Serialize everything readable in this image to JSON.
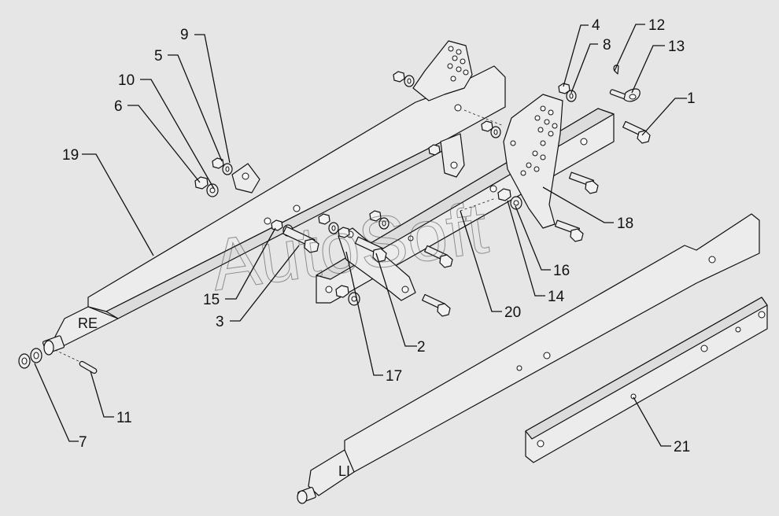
{
  "watermark": "AutoSoft",
  "side_labels": {
    "right": "RE",
    "left": "LI"
  },
  "callouts": [
    {
      "id": "c1",
      "text": "1"
    },
    {
      "id": "c2",
      "text": "2"
    },
    {
      "id": "c3",
      "text": "3"
    },
    {
      "id": "c4",
      "text": "4"
    },
    {
      "id": "c5",
      "text": "5"
    },
    {
      "id": "c6",
      "text": "6"
    },
    {
      "id": "c7",
      "text": "7"
    },
    {
      "id": "c8",
      "text": "8"
    },
    {
      "id": "c9",
      "text": "9"
    },
    {
      "id": "c10",
      "text": "10"
    },
    {
      "id": "c11",
      "text": "11"
    },
    {
      "id": "c12",
      "text": "12"
    },
    {
      "id": "c13",
      "text": "13"
    },
    {
      "id": "c14",
      "text": "14"
    },
    {
      "id": "c15",
      "text": "15"
    },
    {
      "id": "c16",
      "text": "16"
    },
    {
      "id": "c17",
      "text": "17"
    },
    {
      "id": "c18",
      "text": "18"
    },
    {
      "id": "c19",
      "text": "19"
    },
    {
      "id": "c20",
      "text": "20"
    },
    {
      "id": "c21",
      "text": "21"
    }
  ]
}
